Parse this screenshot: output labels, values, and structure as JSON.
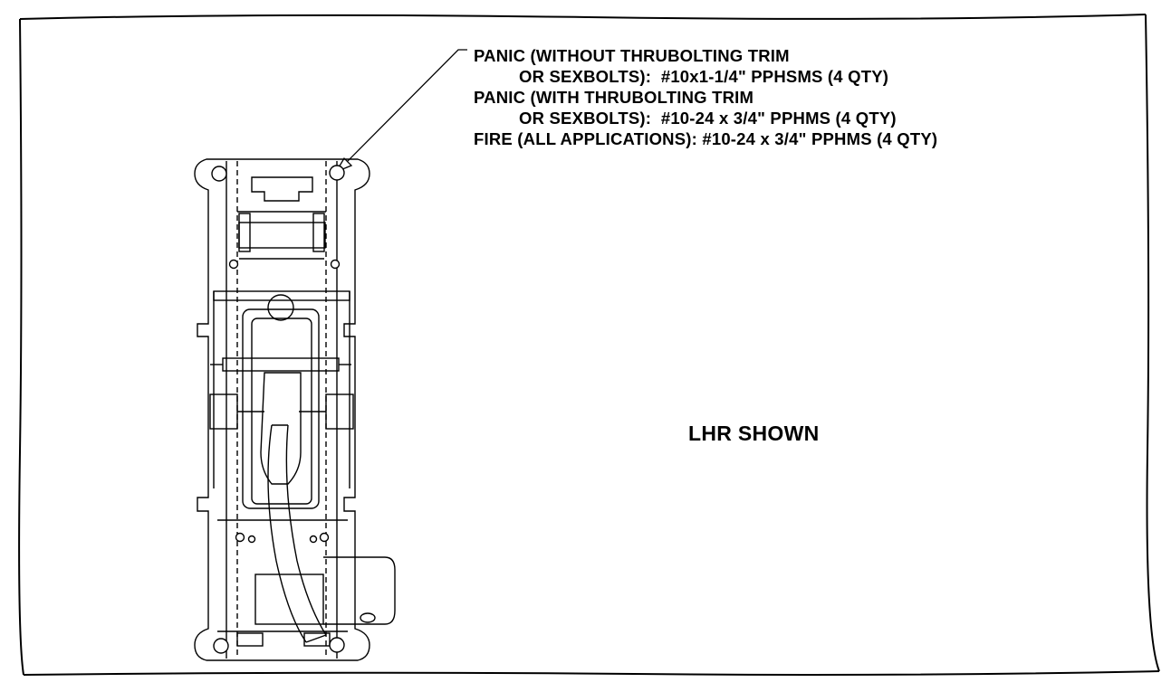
{
  "callout": {
    "lines": [
      "PANIC (WITHOUT THRUBOLTING TRIM",
      "OR SEXBOLTS):  #10x1-1/4\" PPHSMS (4 QTY)",
      "PANIC (WITH THRUBOLTING TRIM",
      "OR SEXBOLTS):  #10-24 x 3/4\" PPHMS (4 QTY)",
      "FIRE (ALL APPLICATIONS): #10-24 x 3/4\" PPHMS (4 QTY)"
    ]
  },
  "view_label": "LHR SHOWN"
}
